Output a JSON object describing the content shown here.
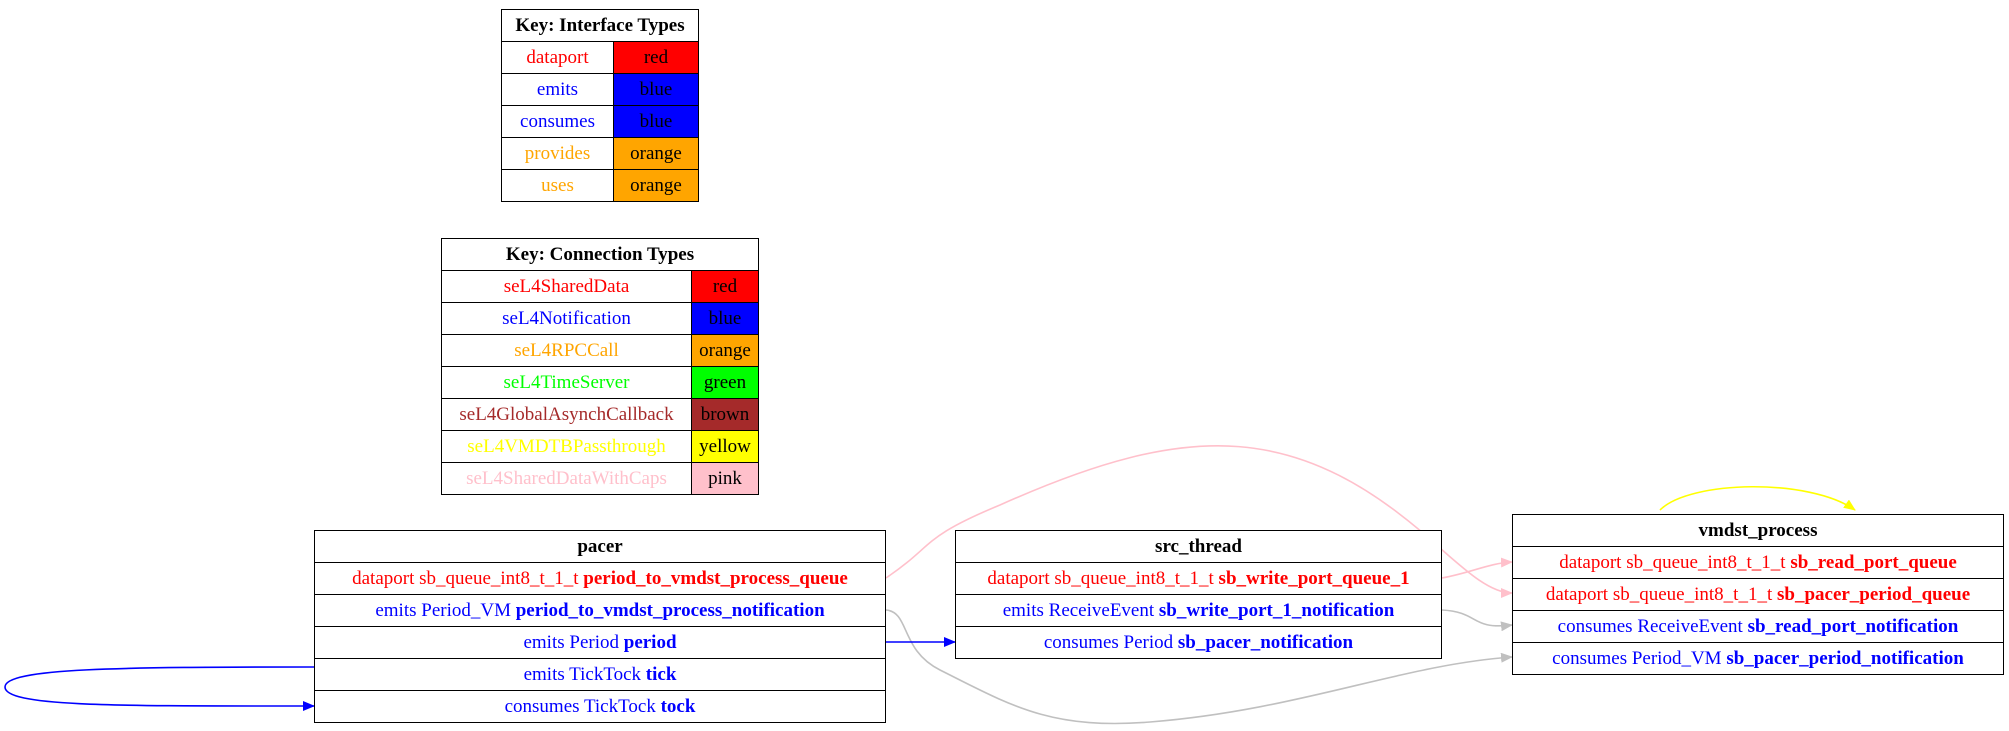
{
  "colors": {
    "red": "#ff0000",
    "blue": "#0000ff",
    "orange": "#ffa500",
    "green": "#00ff00",
    "brown": "#a52a2a",
    "yellow": "#ffff00",
    "pink": "#ffc0cb",
    "gray": "#c0c0c0"
  },
  "key_interface": {
    "title": "Key: Interface Types",
    "rows": [
      {
        "type": "dataport",
        "color_name": "red",
        "color": "#ff0000"
      },
      {
        "type": "emits",
        "color_name": "blue",
        "color": "#0000ff"
      },
      {
        "type": "consumes",
        "color_name": "blue",
        "color": "#0000ff"
      },
      {
        "type": "provides",
        "color_name": "orange",
        "color": "#ffa500"
      },
      {
        "type": "uses",
        "color_name": "orange",
        "color": "#ffa500"
      }
    ]
  },
  "key_connection": {
    "title": "Key: Connection Types",
    "rows": [
      {
        "type": "seL4SharedData",
        "color_name": "red",
        "color": "#ff0000"
      },
      {
        "type": "seL4Notification",
        "color_name": "blue",
        "color": "#0000ff"
      },
      {
        "type": "seL4RPCCall",
        "color_name": "orange",
        "color": "#ffa500"
      },
      {
        "type": "seL4TimeServer",
        "color_name": "green",
        "color": "#00ff00"
      },
      {
        "type": "seL4GlobalAsynchCallback",
        "color_name": "brown",
        "color": "#a52a2a"
      },
      {
        "type": "seL4VMDTBPassthrough",
        "color_name": "yellow",
        "color": "#ffff00"
      },
      {
        "type": "seL4SharedDataWithCaps",
        "color_name": "pink",
        "color": "#ffc0cb"
      }
    ]
  },
  "nodes": [
    {
      "id": "pacer",
      "title": "pacer",
      "ports": [
        {
          "kind": "dataport",
          "type": "sb_queue_int8_t_1_t",
          "name": "period_to_vmdst_process_queue",
          "color": "#ff0000"
        },
        {
          "kind": "emits",
          "type": "Period_VM",
          "name": "period_to_vmdst_process_notification",
          "color": "#0000ff"
        },
        {
          "kind": "emits",
          "type": "Period",
          "name": "period",
          "color": "#0000ff"
        },
        {
          "kind": "emits",
          "type": "TickTock",
          "name": "tick",
          "color": "#0000ff"
        },
        {
          "kind": "consumes",
          "type": "TickTock",
          "name": "tock",
          "color": "#0000ff"
        }
      ]
    },
    {
      "id": "src_thread",
      "title": "src_thread",
      "ports": [
        {
          "kind": "dataport",
          "type": "sb_queue_int8_t_1_t",
          "name": "sb_write_port_queue_1",
          "color": "#ff0000"
        },
        {
          "kind": "emits",
          "type": "ReceiveEvent",
          "name": "sb_write_port_1_notification",
          "color": "#0000ff"
        },
        {
          "kind": "consumes",
          "type": "Period",
          "name": "sb_pacer_notification",
          "color": "#0000ff"
        }
      ]
    },
    {
      "id": "vmdst_process",
      "title": "vmdst_process",
      "ports": [
        {
          "kind": "dataport",
          "type": "sb_queue_int8_t_1_t",
          "name": "sb_read_port_queue",
          "color": "#ff0000"
        },
        {
          "kind": "dataport",
          "type": "sb_queue_int8_t_1_t",
          "name": "sb_pacer_period_queue",
          "color": "#ff0000"
        },
        {
          "kind": "consumes",
          "type": "ReceiveEvent",
          "name": "sb_read_port_notification",
          "color": "#0000ff"
        },
        {
          "kind": "consumes",
          "type": "Period_VM",
          "name": "sb_pacer_period_notification",
          "color": "#0000ff"
        }
      ]
    }
  ],
  "connections": [
    {
      "from": "pacer.period_to_vmdst_process_queue",
      "to": "vmdst_process.sb_pacer_period_queue",
      "connection_type": "seL4SharedDataWithCaps",
      "color": "#ffc0cb"
    },
    {
      "from": "pacer.period_to_vmdst_process_notification",
      "to": "vmdst_process.sb_pacer_period_notification",
      "connection_type": "",
      "color": "#c0c0c0"
    },
    {
      "from": "pacer.period",
      "to": "src_thread.sb_pacer_notification",
      "connection_type": "seL4Notification",
      "color": "#0000ff"
    },
    {
      "from": "pacer.tick",
      "to": "pacer.tock",
      "connection_type": "seL4Notification",
      "color": "#0000ff"
    },
    {
      "from": "src_thread.sb_write_port_queue_1",
      "to": "vmdst_process.sb_read_port_queue",
      "connection_type": "seL4SharedDataWithCaps",
      "color": "#ffc0cb"
    },
    {
      "from": "src_thread.sb_write_port_1_notification",
      "to": "vmdst_process.sb_read_port_notification",
      "connection_type": "",
      "color": "#c0c0c0"
    },
    {
      "from": "vmdst_process",
      "to": "vmdst_process",
      "connection_type": "seL4VMDTBPassthrough",
      "color": "#ffff00"
    }
  ]
}
